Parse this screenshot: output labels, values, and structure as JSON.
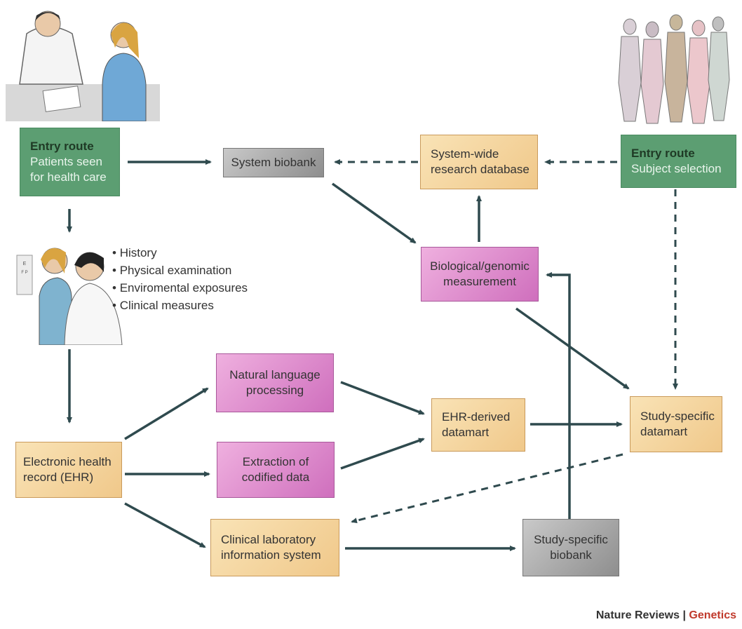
{
  "nodes": {
    "entry_patients": {
      "title": "Entry route",
      "lines": [
        "Patients seen",
        "for health care"
      ]
    },
    "system_biobank": {
      "label": "System biobank"
    },
    "research_db": {
      "lines": [
        "System-wide",
        "research database"
      ]
    },
    "entry_subject": {
      "title": "Entry route",
      "lines": [
        "Subject selection"
      ]
    },
    "bio_measurement": {
      "lines": [
        "Biological/genomic",
        "measurement"
      ]
    },
    "ehr": {
      "lines": [
        "Electronic health",
        "record (EHR)"
      ]
    },
    "nlp": {
      "lines": [
        "Natural language",
        "processing"
      ]
    },
    "codified": {
      "lines": [
        "Extraction of",
        "codified data"
      ]
    },
    "ehr_datamart": {
      "lines": [
        "EHR-derived",
        "datamart"
      ]
    },
    "study_datamart": {
      "lines": [
        "Study-specific",
        "datamart"
      ]
    },
    "lab_system": {
      "lines": [
        "Clinical laboratory",
        "information system"
      ]
    },
    "study_biobank": {
      "lines": [
        "Study-specific",
        "biobank"
      ]
    }
  },
  "bullets": [
    "History",
    "Physical examination",
    "Enviromental exposures",
    "Clinical measures"
  ],
  "footer": {
    "journal": "Nature Reviews |",
    "section": "Genetics"
  },
  "colors": {
    "arrow": "#2f4a4e",
    "entry": "#5c9e72",
    "process": "#f0c88a",
    "measure": "#cf6fbd",
    "biobank": "#9a9a9a",
    "footer_accent": "#c0392b"
  }
}
